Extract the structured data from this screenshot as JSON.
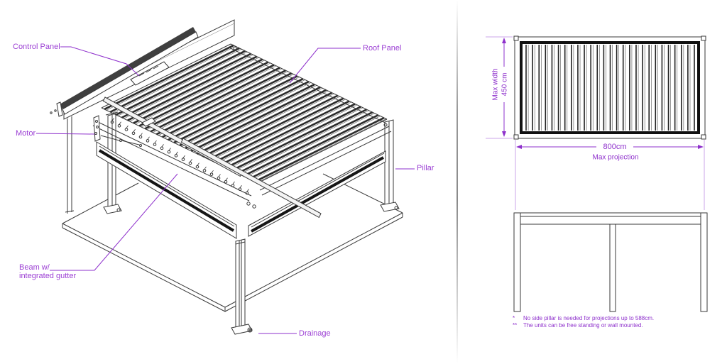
{
  "diagram": {
    "labels": {
      "control_panel": "Control Panel",
      "motor": "Motor",
      "beam_line1": "Beam w/",
      "beam_line2": "integrated gutter",
      "roof_panel": "Roof Panel",
      "pillar": "Pillar",
      "drainage": "Drainage"
    },
    "louvre_count": 27
  },
  "top_view": {
    "width_label_line1": "Max width",
    "width_label_line2": "450 cm",
    "projection_value": "800cm",
    "projection_label": "Max projection",
    "slat_count": 27
  },
  "footnotes": [
    {
      "marker": "*",
      "text": "No side pillar is needed for projections up to 588cm."
    },
    {
      "marker": "**",
      "text": "The units can be free standing or wall mounted."
    }
  ],
  "colors": {
    "label": "#9c40d4",
    "dimension": "#8e30cc",
    "extension": "#cba6ea",
    "line": "#3a3a3a"
  }
}
